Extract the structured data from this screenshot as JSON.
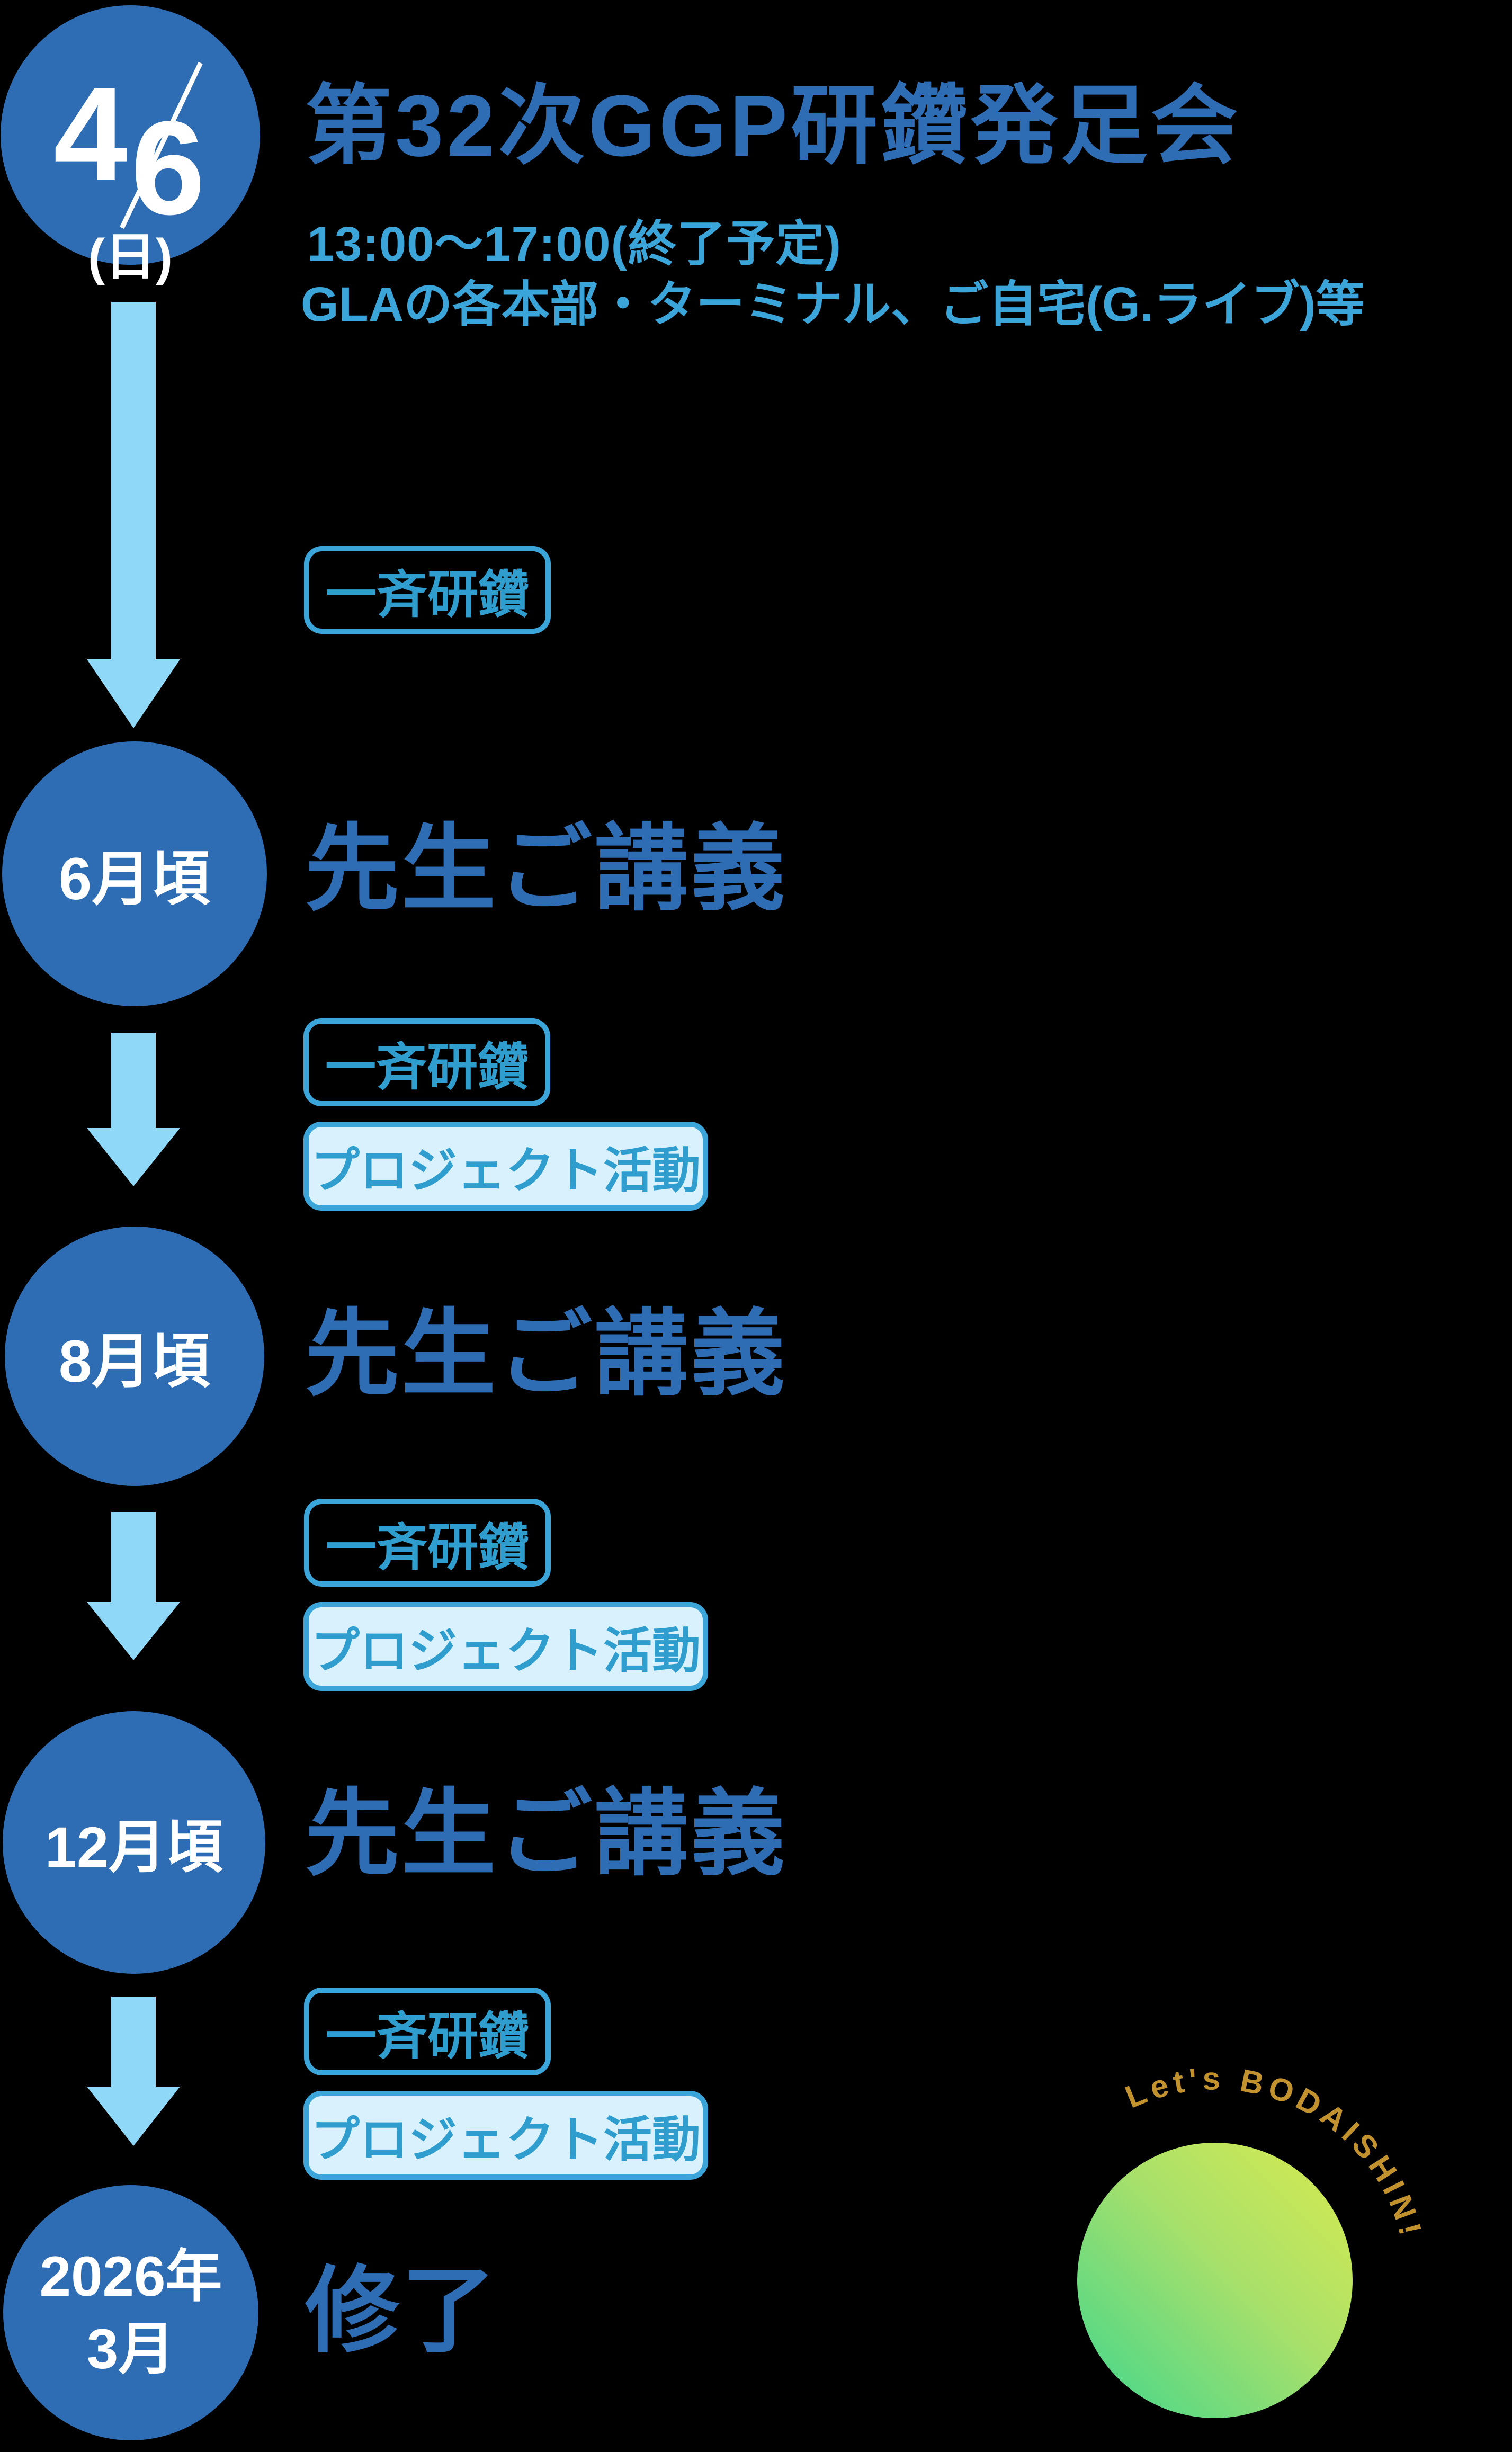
{
  "colors": {
    "background": "#000000",
    "node_blue": "#2E6DB4",
    "heading_blue": "#2E6DB4",
    "info_light_blue": "#3BA5D9",
    "badge_text_cyan": "#2F9ECF",
    "badge_fill_light": "#D9F1FC",
    "arrow_light_blue": "#8FD8F7",
    "node_text_white": "#FFFFFF",
    "stamp_gradient_yellow": "#D9EB4F",
    "stamp_gradient_green": "#3ED68E",
    "stamp_text_gold": "#C2922E"
  },
  "timeline": {
    "events": [
      {
        "date_month": "4",
        "date_day": "6",
        "date_weekday": "(日)",
        "title": "第32次GGP研鑽発足会",
        "time": "13:00～17:00(終了予定)",
        "venue": "GLAの各本部・ターミナル、ご自宅(G.ライブ)等",
        "badge": "一斉研鑽"
      },
      {
        "date": "6月頃",
        "title": "先生ご講義",
        "badge_1": "一斉研鑽",
        "badge_2": "プロジェクト活動"
      },
      {
        "date": "8月頃",
        "title": "先生ご講義",
        "badge_1": "一斉研鑽",
        "badge_2": "プロジェクト活動"
      },
      {
        "date": "12月頃",
        "title": "先生ご講義",
        "badge_1": "一斉研鑽",
        "badge_2": "プロジェクト活動"
      },
      {
        "date_year": "2026年",
        "date_month": "3月",
        "title": "修了"
      }
    ]
  },
  "stamp": {
    "text": "Let's BODAISHIN!"
  }
}
